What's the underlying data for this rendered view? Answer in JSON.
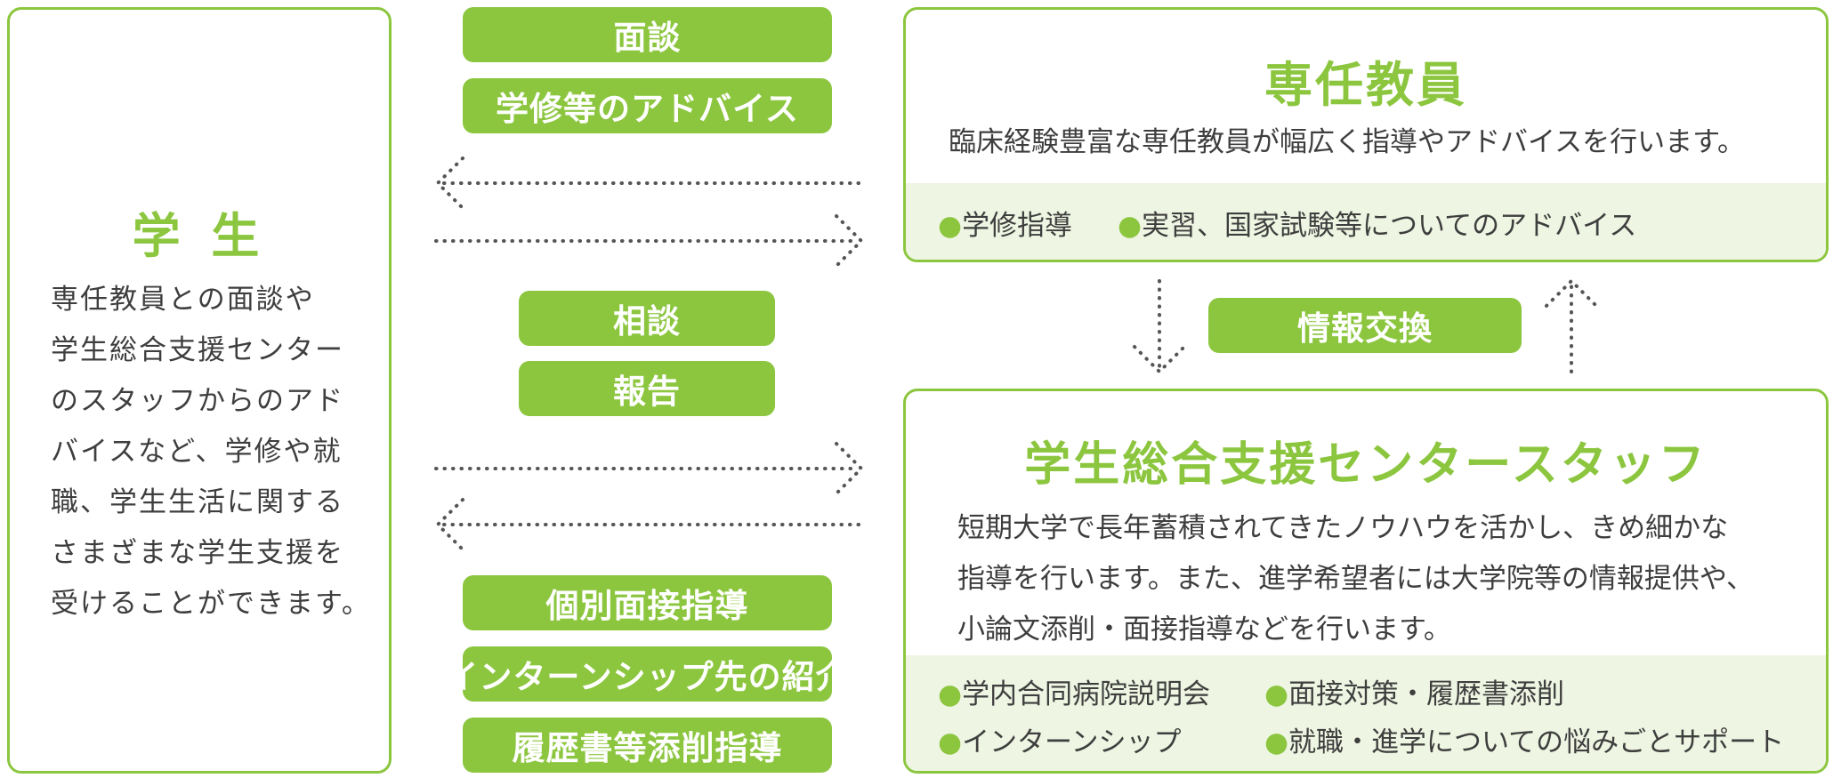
{
  "student": {
    "title": "学 生",
    "lines": [
      "専任教員との面談や",
      "学生総合支援センター",
      "のスタッフからのアド",
      "バイスなど、学修や就",
      "職、学生生活に関する",
      "さまざまな学生支援を",
      "受けることができます。"
    ]
  },
  "faculty": {
    "title": "専任教員",
    "description": "臨床経験豊富な専任教員が幅広く指導やアドバイスを行います。",
    "features": [
      "学修指導",
      "実習、国家試験等についてのアドバイス"
    ]
  },
  "center": {
    "title": "学生総合支援センタースタッフ",
    "description_lines": [
      "短期大学で長年蓄積されてきたノウハウを活かし、きめ細かな",
      "指導を行います。また、進学希望者には大学院等の情報提供や、",
      "小論文添削・面接指導などを行います。"
    ],
    "features": [
      "学内合同病院説明会",
      "面接対策・履歴書添削",
      "インターンシップ",
      "就職・進学についての悩みごとサポート"
    ]
  },
  "labels": {
    "faculty_to_student": [
      "面談",
      "学修等のアドバイス"
    ],
    "student_to_both": [
      "相談",
      "報告"
    ],
    "center_to_student": [
      "個別面接指導",
      "インターンシップ先の紹介",
      "履歴書等添削指導"
    ],
    "exchange": "情報交換"
  },
  "bullet": "●",
  "colors": {
    "accent": "#8cc63f",
    "text": "#3e3e3e",
    "band": "#eef5e2"
  }
}
